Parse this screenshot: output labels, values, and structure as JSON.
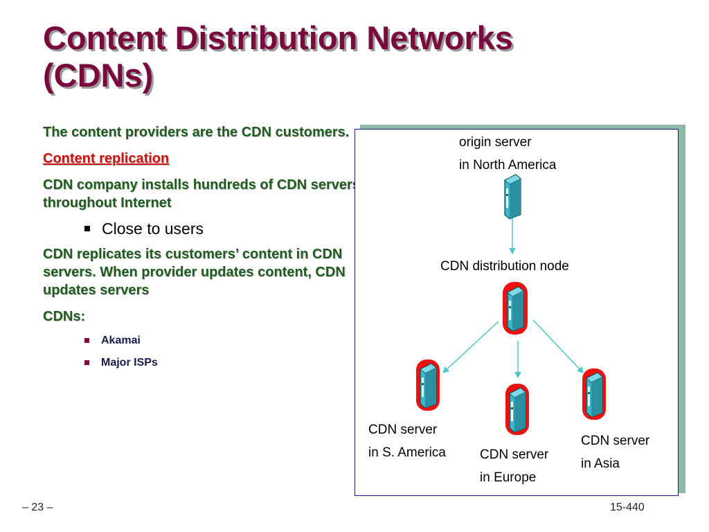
{
  "slide": {
    "title_lines": [
      "Content Distribution Networks",
      "(CDNs)"
    ],
    "paragraphs": {
      "p1": "The content providers are the CDN customers.",
      "p2": "Content replication",
      "p3": "CDN company installs hundreds of CDN servers throughout Internet",
      "bullet1": "Close to users",
      "p4": "CDN replicates its customers’ content in CDN servers. When provider updates content, CDN updates servers",
      "p5": "CDNs:",
      "sub_bullets": [
        "Akamai",
        "Major ISPs"
      ]
    },
    "diagram": {
      "origin_label": [
        "origin server",
        "in North America"
      ],
      "distribution_label": "CDN distribution node",
      "servers": [
        {
          "lines": [
            "CDN server",
            "in S. America"
          ]
        },
        {
          "lines": [
            "CDN server",
            "in Europe"
          ]
        },
        {
          "lines": [
            "CDN server",
            "in Asia"
          ]
        }
      ]
    },
    "footer": {
      "page": "– 23 –",
      "course": "15-440"
    },
    "colors": {
      "title": "#7a0a3e",
      "text_green": "#1f5a1f",
      "link_red": "#cc1111",
      "arrow": "#4cc8c8",
      "server_body": "#3fb6c8",
      "highlight_red": "#ee1111",
      "panel_border": "#1a1a88"
    }
  }
}
